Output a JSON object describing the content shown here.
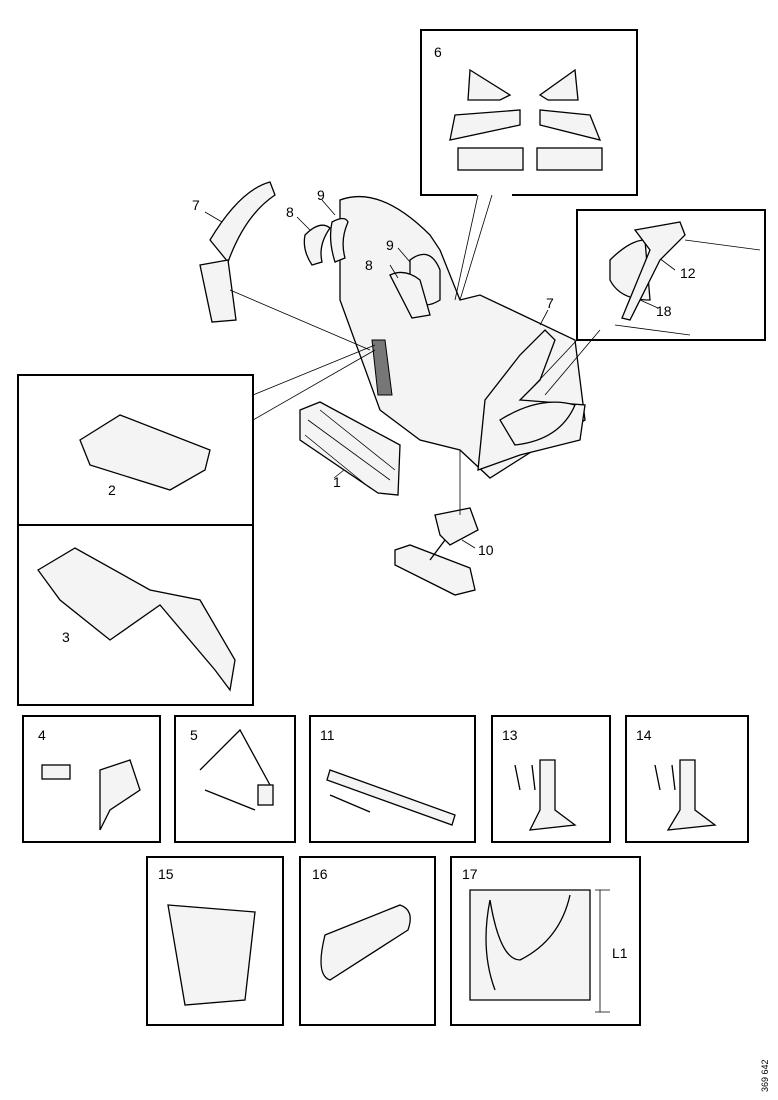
{
  "diagram": {
    "callouts": {
      "p1": "1",
      "p2": "2",
      "p3": "3",
      "p4": "4",
      "p5": "5",
      "p6": "6",
      "p7a": "7",
      "p7b": "7",
      "p8a": "8",
      "p8b": "8",
      "p9a": "9",
      "p9b": "9",
      "p10": "10",
      "p11": "11",
      "p12": "12",
      "p13": "13",
      "p14": "14",
      "p15": "15",
      "p16": "16",
      "p17": "17",
      "p18": "18",
      "l1": "L1"
    },
    "drawing_number": "369 642"
  }
}
